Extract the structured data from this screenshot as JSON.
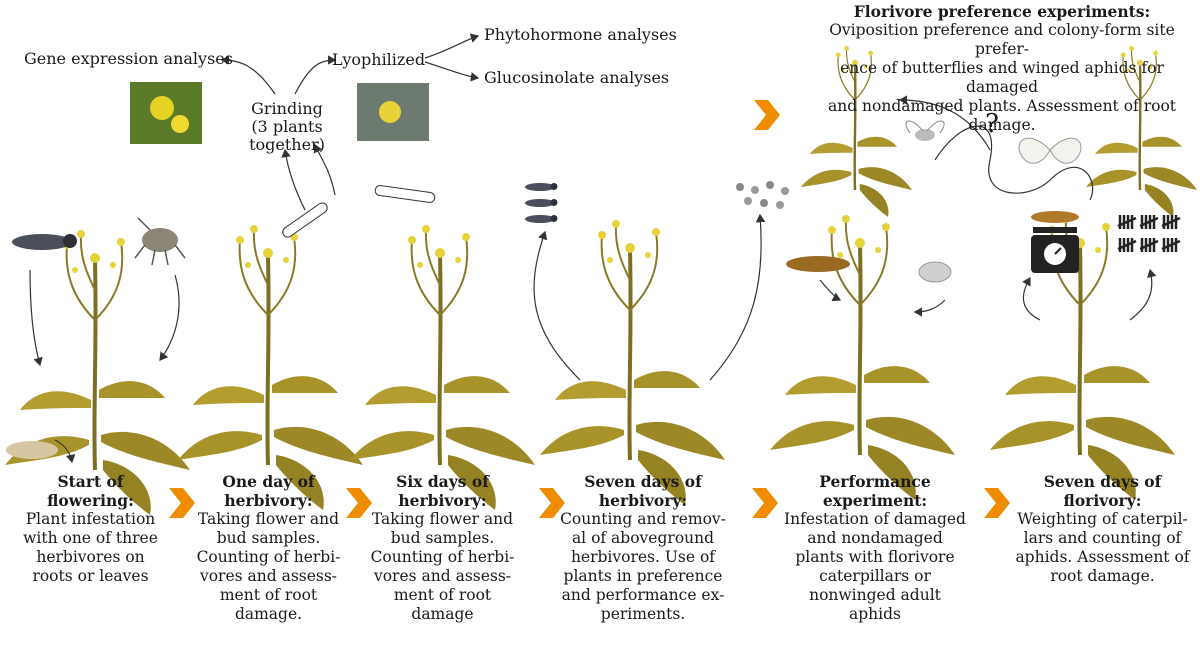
{
  "labels": {
    "gene_expression": "Gene expression analyses",
    "lyophilized": "Lyophilized",
    "phytohormone": "Phytohormone analyses",
    "glucosinolate": "Glucosinolate analyses",
    "grinding": "Grinding\n(3 plants together)",
    "question_mark": "?"
  },
  "preference": {
    "title": "Florivore preference experiments:",
    "description": "Oviposition preference and colony-form site prefer-\nence of butterflies and winged aphids for damaged\nand nondamaged plants. Assessment of root\ndamage."
  },
  "stages": [
    {
      "title": "Start of\nflowering:",
      "description": "Plant infestation\nwith one of three\nherbivores on\nroots or leaves"
    },
    {
      "title": "One day of\nherbivory:",
      "description": "Taking flower and\nbud samples.\nCounting of herbi-\nvores and assess-\nment of root\ndamage."
    },
    {
      "title": "Six days of\nherbivory:",
      "description": "Taking flower and\nbud samples.\nCounting of herbi-\nvores and assess-\nment of root\ndamage"
    },
    {
      "title": "Seven days of\nherbivory:",
      "description": "Counting and remov-\nal of aboveground\nherbivores. Use of\nplants in preference\nand performance ex-\nperiments."
    },
    {
      "title": "Performance\nexperiment:",
      "description": "Infestation of damaged\nand nondamaged\nplants with florivore\ncaterpillars or\nnonwinged adult\naphids"
    },
    {
      "title": "Seven days of\nflorivory:",
      "description": "Weighting of caterpil-\nlars and counting of\naphids. Assessment of\nroot damage."
    }
  ],
  "colors": {
    "arrow": "#f08c00",
    "leaf": "#a8922a",
    "stem": "#7d6e22",
    "flower": "#e8d23a",
    "caterpillar": "#4b4f5c",
    "line": "#333333"
  }
}
